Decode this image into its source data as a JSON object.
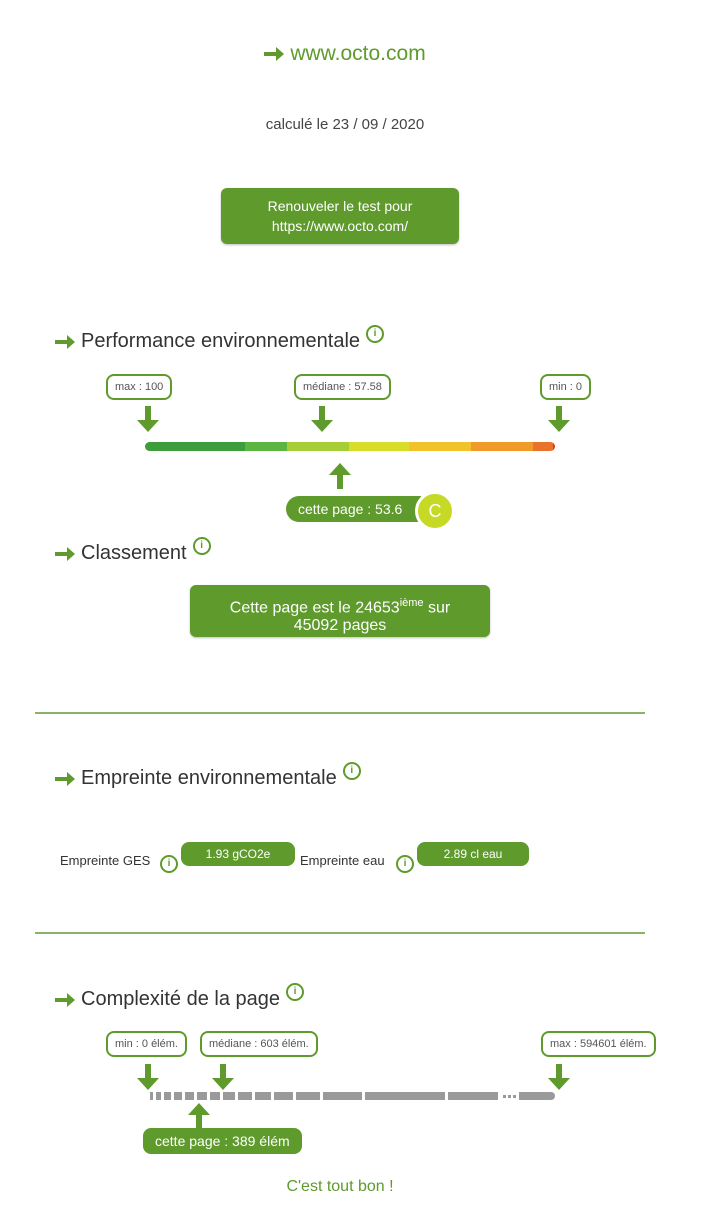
{
  "header": {
    "site": "www.octo.com",
    "date_text": "calculé le 23 / 09 / 2020",
    "retest_line1": "Renouveler le test pour",
    "retest_line2": "https://www.octo.com/"
  },
  "performance": {
    "title": "Performance environnementale",
    "max_label": "max : 100",
    "median_label": "médiane : 57.58",
    "min_label": "min : 0",
    "page_label": "cette page : 53.6",
    "grade": "C",
    "score": 53.6,
    "scale_colors": [
      "#3c9d3a",
      "#5bb540",
      "#a6cf35",
      "#d8dd2a",
      "#f2c22a",
      "#f09a2a",
      "#e9732a",
      "#e0332b"
    ]
  },
  "ranking": {
    "title": "Classement",
    "text_before": "Cette page est le 24653",
    "superscript": "ième",
    "text_after": " sur",
    "line2": "45092 pages"
  },
  "footprint": {
    "title": "Empreinte environnementale",
    "ges_label": "Empreinte GES",
    "ges_value": "1.93 gCO2e",
    "water_label": "Empreinte eau",
    "water_value": "2.89 cl eau"
  },
  "complexity": {
    "title": "Complexité de la page",
    "min_label": "min : 0 élém.",
    "median_label": "médiane : 603 élém.",
    "max_label": "max : 594601 élém.",
    "page_label": "cette page : 389 élém"
  },
  "footer": {
    "text": "C'est tout bon !"
  },
  "icons": [
    "arrow-right-icon",
    "info-icon",
    "arrow-down-icon",
    "arrow-up-icon"
  ],
  "colors": {
    "accent": "#5e9a2c"
  }
}
